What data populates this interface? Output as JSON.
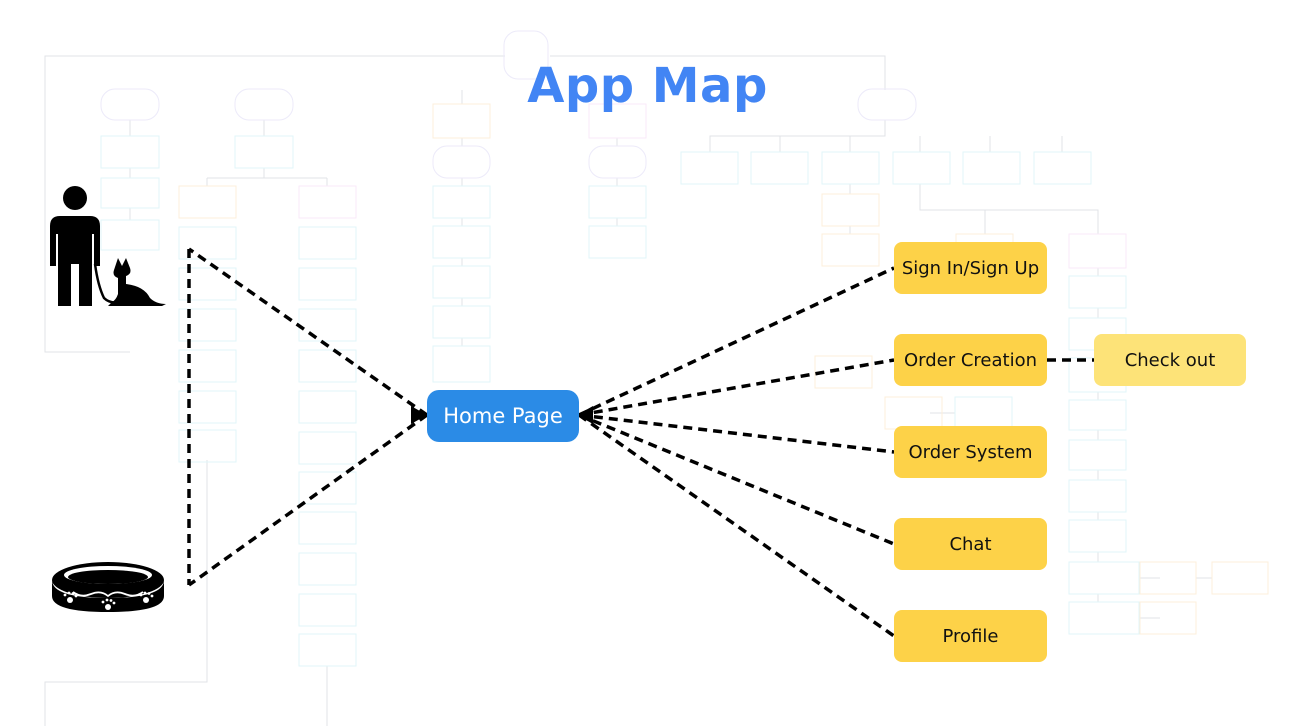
{
  "title": "App Map",
  "home": {
    "label": "Home Page"
  },
  "targets": [
    {
      "id": "signin",
      "label": "Sign In/Sign Up"
    },
    {
      "id": "order-creation",
      "label": "Order Creation"
    },
    {
      "id": "order-system",
      "label": "Order System"
    },
    {
      "id": "chat",
      "label": "Chat"
    },
    {
      "id": "profile",
      "label": "Profile"
    }
  ],
  "checkout": {
    "label": "Check out"
  },
  "icons": {
    "owner": "person-with-dog-icon",
    "bed": "pet-bed-icon"
  },
  "colors": {
    "title": "#4285f4",
    "home": "#2b8be6",
    "node": "#fdd248",
    "checkout": "#fde378",
    "connector": "#000000"
  }
}
